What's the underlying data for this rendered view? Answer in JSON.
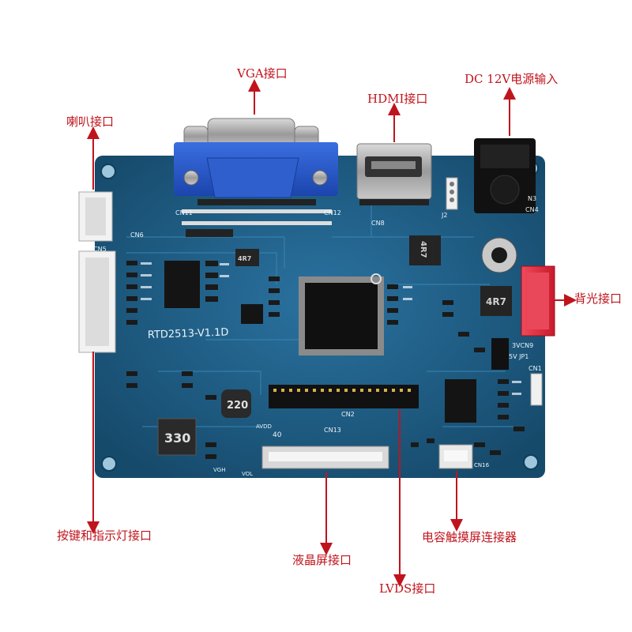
{
  "board": {
    "model_label": "RTD2513-V1.1D",
    "connector_labels": {
      "cn11": "CN11",
      "cn12": "CN12",
      "cn8": "CN8",
      "cn6": "CN6",
      "cn5": "CN5",
      "cn2": "CN2",
      "cn13": "CN13",
      "cn16": "CN16",
      "cn4": "CN4",
      "cn3": "N3",
      "cn9": "3VCN9",
      "jp1": "5V JP1",
      "cn1": "CN1",
      "j2": "J2",
      "n40": "40"
    },
    "part_markings": {
      "inductor_l": "330",
      "inductor_m": "220",
      "inductor_r": "4R7",
      "small_l": "4R7",
      "small_r": "4R7",
      "vol": "VOL",
      "avdd": "AVDD",
      "vgh": "VGH"
    }
  },
  "callouts": {
    "vga": "VGA接口",
    "speaker": "喇叭接口",
    "hdmi": "HDMI接口",
    "dc_power": "DC 12V电源输入",
    "backlight": "背光接口",
    "keypad_led": "按键和指示灯接口",
    "lcd": "液晶屏接口",
    "lvds": "LVDS接口",
    "touch": "电容触摸屏连接器"
  },
  "colors": {
    "callout_red": "#c0141c",
    "pcb_blue": "#1e5f86",
    "vga_blue": "#2656c9",
    "backlight_red": "#e0293b"
  }
}
